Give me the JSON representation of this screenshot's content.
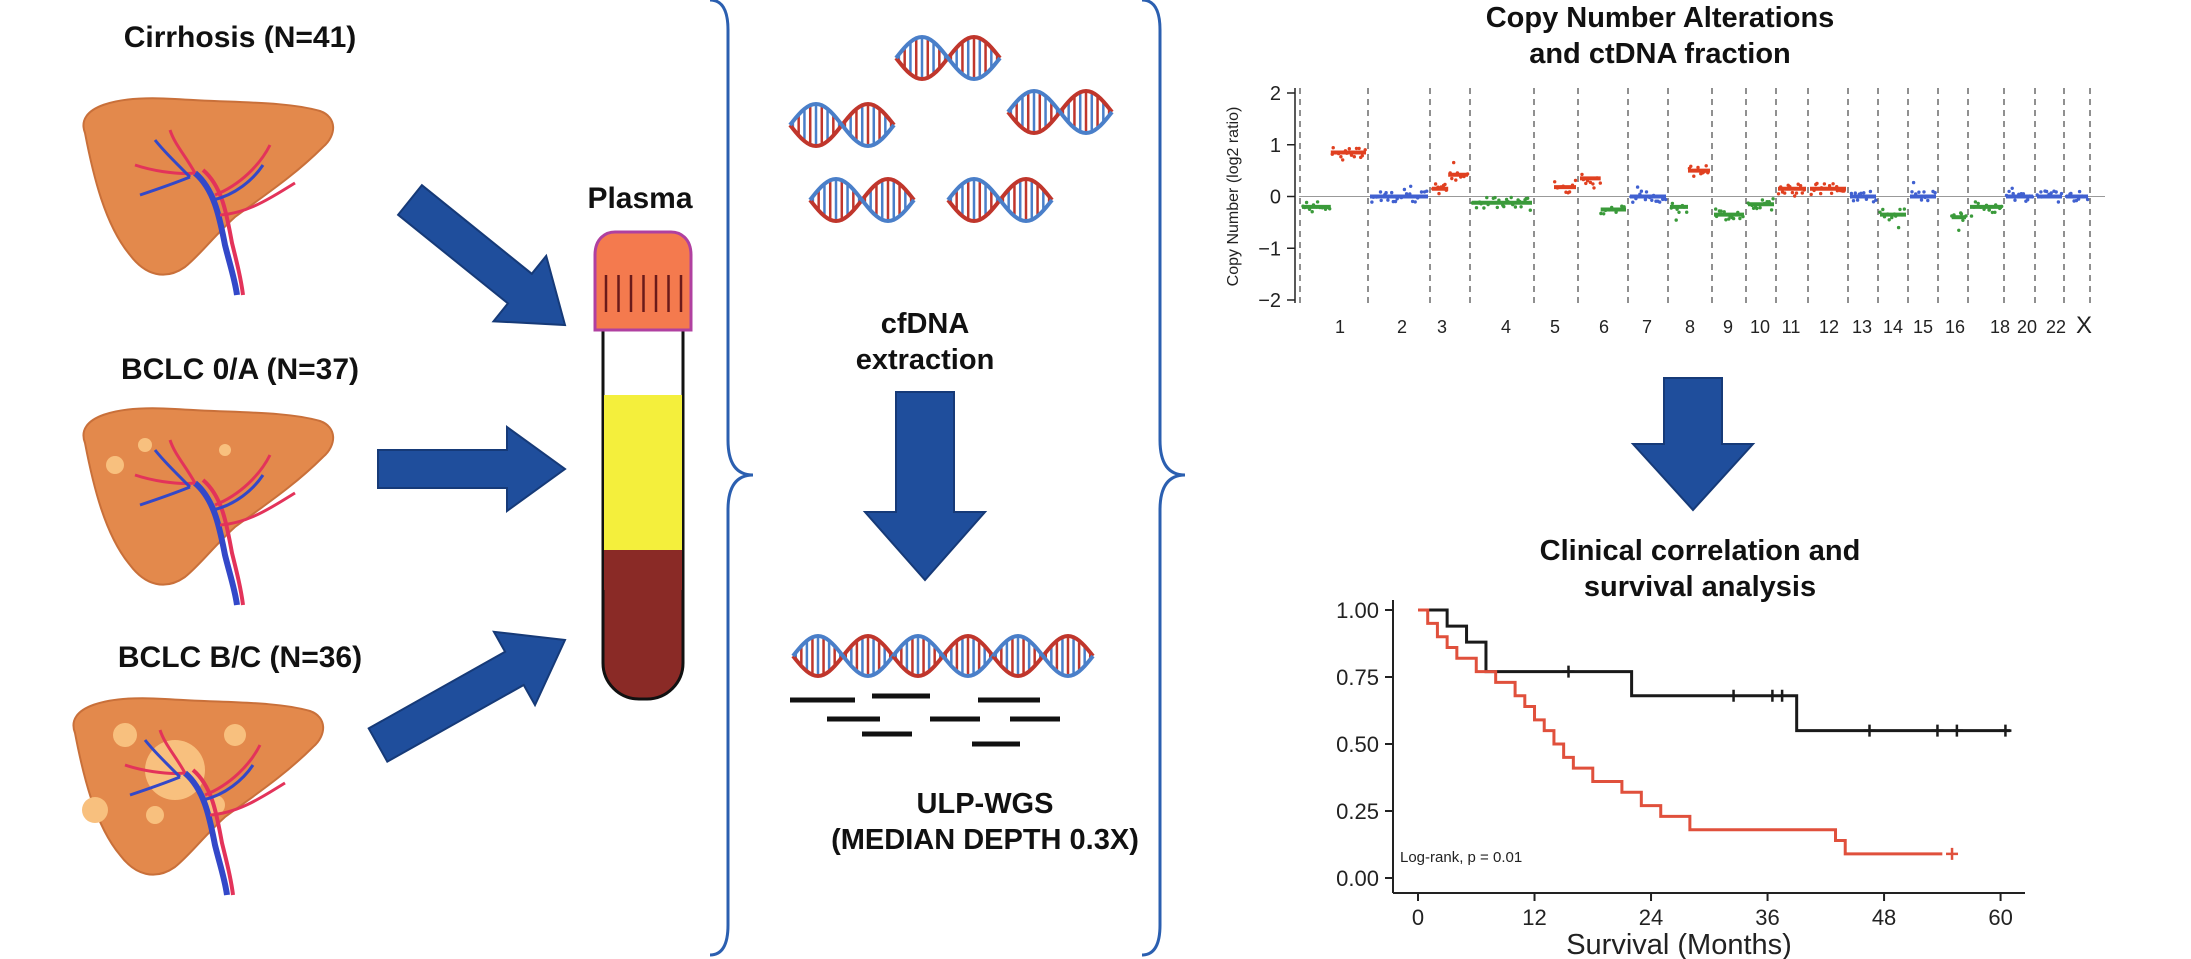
{
  "cohorts": [
    {
      "label": "Cirrhosis (N=41)",
      "tumor_nodules": "none"
    },
    {
      "label": "BCLC 0/A (N=37)",
      "tumor_nodules": "few small"
    },
    {
      "label": "BCLC B/C (N=36)",
      "tumor_nodules": "multiple large"
    }
  ],
  "plasma_label": "Plasma",
  "extraction": {
    "title": "cfDNA\nextraction"
  },
  "sequencing": {
    "title": "ULP-WGS\n(MEDIAN DEPTH 0.3X)"
  },
  "cna": {
    "title": "Copy Number Alterations\nand ctDNA fraction",
    "ylabel": "Copy Number (log2 ratio)",
    "yticks": [
      "2",
      "1",
      "0",
      "−1",
      "−2"
    ],
    "chromosomes": [
      "1",
      "2",
      "3",
      "4",
      "5",
      "6",
      "7",
      "8",
      "9",
      "10",
      "11",
      "12",
      "13",
      "14",
      "15",
      "16",
      "18",
      "20",
      "22",
      "X"
    ]
  },
  "survival": {
    "title": "Clinical correlation and\nsurvival analysis",
    "xlabel": "Survival (Months)",
    "xticks": [
      "0",
      "12",
      "24",
      "36",
      "48",
      "60"
    ],
    "yticks": [
      "1.00",
      "0.75",
      "0.50",
      "0.25",
      "0.00"
    ],
    "annotation": "Log-rank, p = 0.01"
  },
  "colors": {
    "arrow": "#1f4e9c",
    "liver": "#e3894c",
    "vessel_red": "#e3335a",
    "vessel_blue": "#3348c9",
    "tumor": "#f8c07e",
    "cap": "#f47a4e",
    "plasma": "#f4ef3c",
    "blood": "#8a2a26",
    "bracket": "#2b5fb0",
    "dna_red": "#c0362c",
    "dna_blue": "#4a7fc9",
    "cna_gain": "#e04020",
    "cna_loss": "#3a9a3a",
    "cna_neutral": "#4060d0",
    "km_low": "#1a1a1a",
    "km_high": "#e0503c"
  },
  "chart_data": [
    {
      "type": "scatter",
      "title": "Copy Number Alterations and ctDNA fraction",
      "xlabel": "",
      "ylabel": "Copy Number (log2 ratio)",
      "ylim": [
        -2,
        2
      ],
      "grid": "dashed vertical chromosome separators",
      "categories": [
        "1",
        "2",
        "3",
        "4",
        "5",
        "6",
        "7",
        "8",
        "9",
        "10",
        "11",
        "12",
        "13",
        "14",
        "15",
        "16",
        "18",
        "20",
        "22",
        "X"
      ],
      "segments": [
        {
          "chrom": "1",
          "part": "p",
          "log2": -0.2,
          "state": "loss"
        },
        {
          "chrom": "1",
          "part": "q",
          "log2": 0.85,
          "state": "gain"
        },
        {
          "chrom": "2",
          "part": "all",
          "log2": 0.0,
          "state": "neutral"
        },
        {
          "chrom": "3",
          "part": "p",
          "log2": 0.15,
          "state": "gain"
        },
        {
          "chrom": "3",
          "part": "q",
          "log2": 0.42,
          "state": "gain"
        },
        {
          "chrom": "4",
          "part": "all",
          "log2": -0.12,
          "state": "loss"
        },
        {
          "chrom": "5",
          "part": "q",
          "log2": 0.18,
          "state": "gain"
        },
        {
          "chrom": "6",
          "part": "p",
          "log2": 0.35,
          "state": "gain"
        },
        {
          "chrom": "6",
          "part": "q",
          "log2": -0.25,
          "state": "loss"
        },
        {
          "chrom": "7",
          "part": "all",
          "log2": 0.0,
          "state": "neutral"
        },
        {
          "chrom": "8",
          "part": "p",
          "log2": -0.2,
          "state": "loss"
        },
        {
          "chrom": "8",
          "part": "q",
          "log2": 0.5,
          "state": "gain"
        },
        {
          "chrom": "9",
          "part": "all",
          "log2": -0.35,
          "state": "loss"
        },
        {
          "chrom": "10",
          "part": "all",
          "log2": -0.15,
          "state": "loss"
        },
        {
          "chrom": "11",
          "part": "all",
          "log2": 0.15,
          "state": "gain"
        },
        {
          "chrom": "12",
          "part": "all",
          "log2": 0.15,
          "state": "gain"
        },
        {
          "chrom": "13",
          "part": "all",
          "log2": 0.0,
          "state": "neutral"
        },
        {
          "chrom": "14",
          "part": "all",
          "log2": -0.35,
          "state": "loss"
        },
        {
          "chrom": "15",
          "part": "all",
          "log2": 0.0,
          "state": "neutral"
        },
        {
          "chrom": "16",
          "part": "q",
          "log2": -0.4,
          "state": "loss"
        },
        {
          "chrom": "18",
          "part": "all",
          "log2": -0.2,
          "state": "loss"
        },
        {
          "chrom": "20",
          "part": "all",
          "log2": 0.0,
          "state": "neutral"
        },
        {
          "chrom": "22",
          "part": "all",
          "log2": 0.0,
          "state": "neutral"
        },
        {
          "chrom": "X",
          "part": "all",
          "log2": 0.0,
          "state": "neutral"
        }
      ]
    },
    {
      "type": "line",
      "title": "Clinical correlation and survival analysis",
      "xlabel": "Survival (Months)",
      "ylabel": "",
      "xlim": [
        0,
        62
      ],
      "ylim": [
        0,
        1
      ],
      "annotation": "Log-rank, p = 0.01",
      "series": [
        {
          "color": "black",
          "steps": [
            [
              0,
              1.0
            ],
            [
              3,
              0.94
            ],
            [
              5,
              0.88
            ],
            [
              7,
              0.77
            ],
            [
              22,
              0.68
            ],
            [
              39,
              0.55
            ],
            [
              61,
              0.55
            ]
          ],
          "censored": [
            15.5,
            32.5,
            36.5,
            37.5,
            46.5,
            53.5,
            55.5,
            60.5
          ]
        },
        {
          "color": "red",
          "steps": [
            [
              0,
              1.0
            ],
            [
              1,
              0.95
            ],
            [
              2,
              0.9
            ],
            [
              3,
              0.86
            ],
            [
              4,
              0.82
            ],
            [
              6,
              0.77
            ],
            [
              8,
              0.73
            ],
            [
              10,
              0.68
            ],
            [
              11,
              0.64
            ],
            [
              12,
              0.59
            ],
            [
              13,
              0.55
            ],
            [
              14,
              0.5
            ],
            [
              15,
              0.45
            ],
            [
              16,
              0.41
            ],
            [
              18,
              0.36
            ],
            [
              21,
              0.32
            ],
            [
              23,
              0.27
            ],
            [
              25,
              0.23
            ],
            [
              28,
              0.18
            ],
            [
              43,
              0.14
            ],
            [
              44,
              0.09
            ],
            [
              54,
              0.09
            ]
          ],
          "censored": [
            55
          ]
        }
      ]
    }
  ]
}
